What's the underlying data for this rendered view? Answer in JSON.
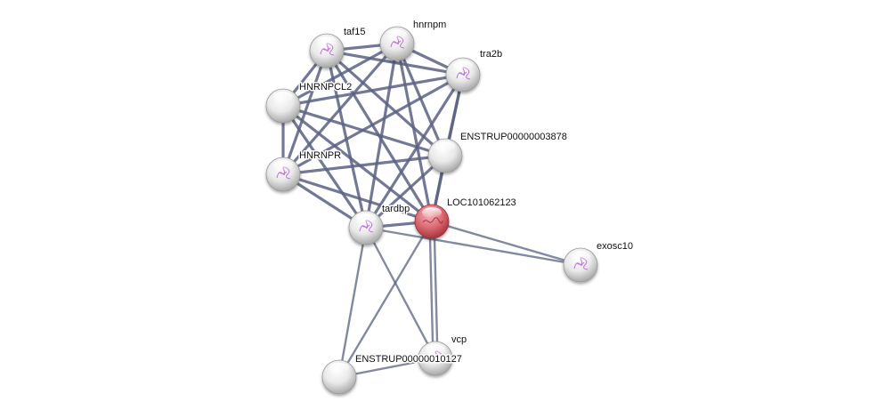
{
  "network": {
    "type": "protein-interaction-network",
    "colors": {
      "query_node": "#d9666e",
      "neighbor_node": "#e6e6e6",
      "edge": "#5a6282",
      "structure_glyph": "#b45ad2"
    },
    "nodes": [
      {
        "id": "taf15",
        "label": "taf15",
        "query": false,
        "has_structure": true
      },
      {
        "id": "hnrnpm",
        "label": "hnrnpm",
        "query": false,
        "has_structure": true
      },
      {
        "id": "tra2b",
        "label": "tra2b",
        "query": false,
        "has_structure": true
      },
      {
        "id": "HNRNPCL2",
        "label": "HNRNPCL2",
        "query": false,
        "has_structure": false
      },
      {
        "id": "ENSTRUP00000003878",
        "label": "ENSTRUP00000003878",
        "query": false,
        "has_structure": false
      },
      {
        "id": "HNRNPR",
        "label": "HNRNPR",
        "query": false,
        "has_structure": true
      },
      {
        "id": "tardbp",
        "label": "tardbp",
        "query": false,
        "has_structure": true
      },
      {
        "id": "LOC101062123",
        "label": "LOC101062123",
        "query": true,
        "has_structure": true
      },
      {
        "id": "exosc10",
        "label": "exosc10",
        "query": false,
        "has_structure": true
      },
      {
        "id": "vcp",
        "label": "vcp",
        "query": false,
        "has_structure": true
      },
      {
        "id": "ENSTRUP00000010127",
        "label": "ENSTRUP00000010127",
        "query": false,
        "has_structure": false
      }
    ],
    "edges": [
      [
        "taf15",
        "hnrnpm"
      ],
      [
        "taf15",
        "tra2b"
      ],
      [
        "taf15",
        "HNRNPCL2"
      ],
      [
        "taf15",
        "HNRNPR"
      ],
      [
        "taf15",
        "ENSTRUP00000003878"
      ],
      [
        "taf15",
        "tardbp"
      ],
      [
        "taf15",
        "LOC101062123"
      ],
      [
        "hnrnpm",
        "tra2b"
      ],
      [
        "hnrnpm",
        "HNRNPCL2"
      ],
      [
        "hnrnpm",
        "HNRNPR"
      ],
      [
        "hnrnpm",
        "ENSTRUP00000003878"
      ],
      [
        "hnrnpm",
        "tardbp"
      ],
      [
        "hnrnpm",
        "LOC101062123"
      ],
      [
        "tra2b",
        "HNRNPCL2"
      ],
      [
        "tra2b",
        "HNRNPR"
      ],
      [
        "tra2b",
        "ENSTRUP00000003878"
      ],
      [
        "tra2b",
        "tardbp"
      ],
      [
        "tra2b",
        "LOC101062123"
      ],
      [
        "HNRNPCL2",
        "HNRNPR"
      ],
      [
        "HNRNPCL2",
        "ENSTRUP00000003878"
      ],
      [
        "HNRNPCL2",
        "tardbp"
      ],
      [
        "HNRNPCL2",
        "LOC101062123"
      ],
      [
        "HNRNPR",
        "ENSTRUP00000003878"
      ],
      [
        "HNRNPR",
        "tardbp"
      ],
      [
        "HNRNPR",
        "LOC101062123"
      ],
      [
        "ENSTRUP00000003878",
        "tardbp"
      ],
      [
        "ENSTRUP00000003878",
        "LOC101062123"
      ],
      [
        "tardbp",
        "LOC101062123"
      ],
      [
        "tardbp",
        "exosc10"
      ],
      [
        "tardbp",
        "vcp"
      ],
      [
        "tardbp",
        "ENSTRUP00000010127"
      ],
      [
        "LOC101062123",
        "exosc10"
      ],
      [
        "LOC101062123",
        "vcp"
      ],
      [
        "LOC101062123",
        "ENSTRUP00000010127"
      ],
      [
        "vcp",
        "ENSTRUP00000010127"
      ]
    ],
    "strong_edges": [
      [
        "LOC101062123",
        "vcp"
      ]
    ]
  }
}
